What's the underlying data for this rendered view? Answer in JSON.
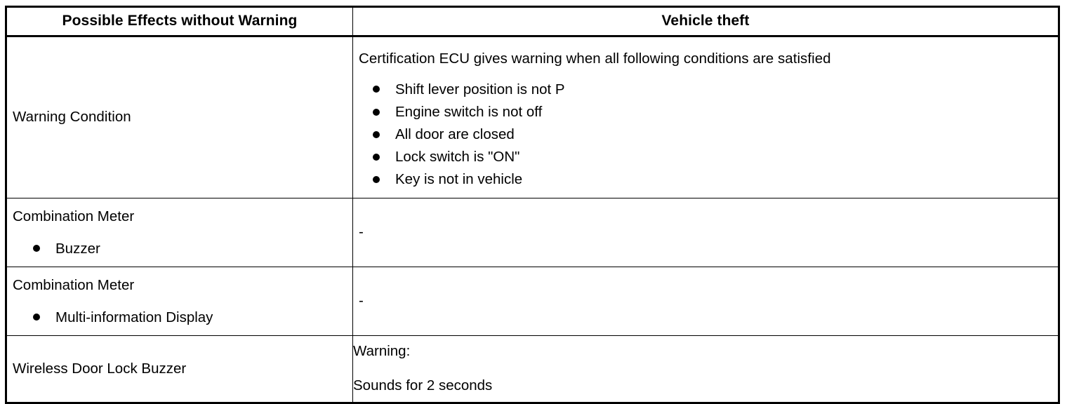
{
  "table": {
    "headers": {
      "left": "Possible Effects without Warning",
      "right": "Vehicle theft"
    },
    "rows": [
      {
        "label": "Warning Condition",
        "intro": "Certification ECU gives warning when all following conditions are satisfied",
        "conditions": [
          "Shift lever position is not P",
          "Engine switch is not off",
          "All door are closed",
          "Lock switch is \"ON\"",
          "Key is not in vehicle"
        ]
      },
      {
        "label_title": "Combination Meter",
        "label_sub": "Buzzer",
        "value": "-"
      },
      {
        "label_title": "Combination Meter",
        "label_sub": "Multi-information Display",
        "value": "-"
      },
      {
        "label": "Wireless Door Lock Buzzer",
        "value_line1": "Warning:",
        "value_line2": "Sounds for 2 seconds"
      }
    ]
  },
  "colors": {
    "border": "#000000",
    "text": "#000000",
    "background": "#ffffff"
  }
}
